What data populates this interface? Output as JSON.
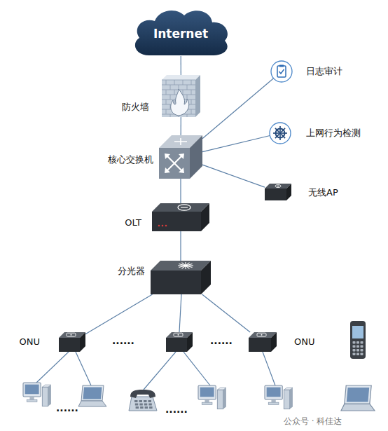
{
  "diagram": {
    "nodes": [
      {
        "text": [
          "Internet"
        ]
      },
      {
        "text": [
          "日志审计"
        ]
      },
      {
        "text": [
          "防火墙"
        ]
      },
      {
        "text": [
          "上网行为检测"
        ]
      },
      {
        "text": [
          "核心交换机"
        ]
      },
      {
        "text": [
          "无线AP"
        ]
      },
      {
        "text": [
          "OLT"
        ]
      },
      {
        "text": [
          "分光器"
        ]
      },
      {
        "text": [
          "ONU"
        ]
      },
      {
        "text": [
          "ONU"
        ]
      }
    ],
    "edges": [
      {
        "from": 0,
        "to": 2,
        "arrow": "none"
      },
      {
        "from": 2,
        "to": 4,
        "arrow": "none"
      },
      {
        "from": 4,
        "to": 1,
        "arrow": "none"
      },
      {
        "from": 4,
        "to": 3,
        "arrow": "none"
      },
      {
        "from": 4,
        "to": 5,
        "arrow": "none"
      },
      {
        "from": 4,
        "to": 6,
        "arrow": "none"
      },
      {
        "from": 6,
        "to": 7,
        "arrow": "none"
      },
      {
        "from": 7,
        "to": 8,
        "arrow": "none"
      },
      {
        "from": 7,
        "to": 9,
        "arrow": "none"
      }
    ],
    "labels": [
      "......",
      "......",
      "......",
      "......",
      "公众号 · 科佳达"
    ]
  }
}
